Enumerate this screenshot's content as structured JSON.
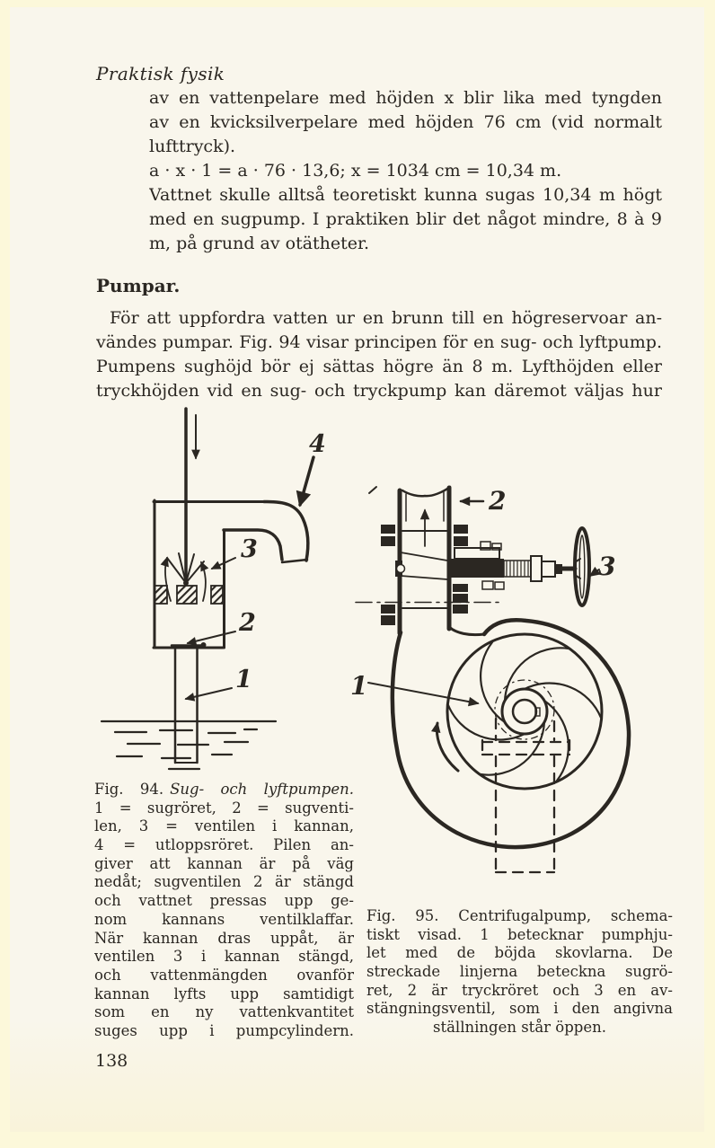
{
  "page": {
    "running_header": "Praktisk fysik",
    "page_number": "138"
  },
  "colors": {
    "paper": "#f8f5e9",
    "edge": "#fcf8da",
    "ink": "#2b2722"
  },
  "paragraph1": {
    "lines": [
      {
        "t": "av en vattenpelare med höjden x blir lika med tyngden",
        "j": true
      },
      {
        "t": "av en kvicksilverpelare med höjden 76 cm (vid normalt",
        "j": true
      },
      {
        "t": "lufttryck)."
      },
      {
        "t": "a · x · 1 = a · 76 · 13,6;  x = 1034 cm = 10,34 m."
      },
      {
        "t": "Vattnet skulle alltså teoretiskt kunna sugas 10,34 m högt",
        "j": true
      },
      {
        "t": "med en sugpump. I praktiken blir det något mindre, 8 à 9",
        "j": true
      },
      {
        "t": "m, på grund av otätheter."
      }
    ]
  },
  "section": {
    "heading": "Pumpar."
  },
  "paragraph2": {
    "lines": [
      {
        "t": "För att uppfordra vatten ur en brunn till en högreservoar an-",
        "j": true,
        "indent": true
      },
      {
        "t": "vändes pumpar. Fig. 94 visar principen för en sug- och lyftpump.",
        "j": true
      },
      {
        "t": "Pumpens sughöjd bör ej sättas högre än 8 m. Lyfthöjden eller",
        "j": true
      },
      {
        "t": "tryckhöjden vid en sug- och tryckpump kan däremot väljas hur",
        "j": true
      }
    ]
  },
  "fig94": {
    "caption_prefix": "Fig. 94.",
    "caption_title": "Sug- och lyftpumpen.",
    "caption_lines": [
      {
        "t": "1 = sugröret, 2 = sugventi-",
        "j": true
      },
      {
        "t": "len, 3 = ventilen i kannan,",
        "j": true
      },
      {
        "t": "4 = utloppsröret. Pilen an-",
        "j": true
      },
      {
        "t": "giver att kannan är på väg",
        "j": true
      },
      {
        "t": "nedåt; sugventilen 2 är stängd",
        "j": true
      },
      {
        "t": "och vattnet pressas upp ge-",
        "j": true
      },
      {
        "t": "nom kannans ventilklaffar.",
        "j": true
      },
      {
        "t": "När kannan dras uppåt, är",
        "j": true
      },
      {
        "t": "ventilen 3 i kannan stängd,",
        "j": true
      },
      {
        "t": "och vattenmängden ovanför",
        "j": true
      },
      {
        "t": "kannan lyfts upp samtidigt",
        "j": true
      },
      {
        "t": "som en ny vattenkvantitet",
        "j": true
      },
      {
        "t": "suges upp i pumpcylindern.",
        "j": true
      }
    ],
    "labels": {
      "l1": "1",
      "l2": "2",
      "l3": "3",
      "l4": "4"
    }
  },
  "fig95": {
    "caption_lines": [
      {
        "t": "Fig. 95. Centrifugalpump, schema-",
        "j": true
      },
      {
        "t": "tiskt visad. 1 betecknar pumphju-",
        "j": true
      },
      {
        "t": "let med de böjda skovlarna. De",
        "j": true
      },
      {
        "t": "streckade linjerna beteckna sugrö-",
        "j": true
      },
      {
        "t": "ret, 2 är tryckröret och 3 en av-",
        "j": true
      },
      {
        "t": "stängningsventil, som i den angivna",
        "j": true
      },
      {
        "t": "ställningen står öppen.",
        "c": true
      }
    ],
    "labels": {
      "l1": "1",
      "l2": "2",
      "l3": "3"
    }
  }
}
